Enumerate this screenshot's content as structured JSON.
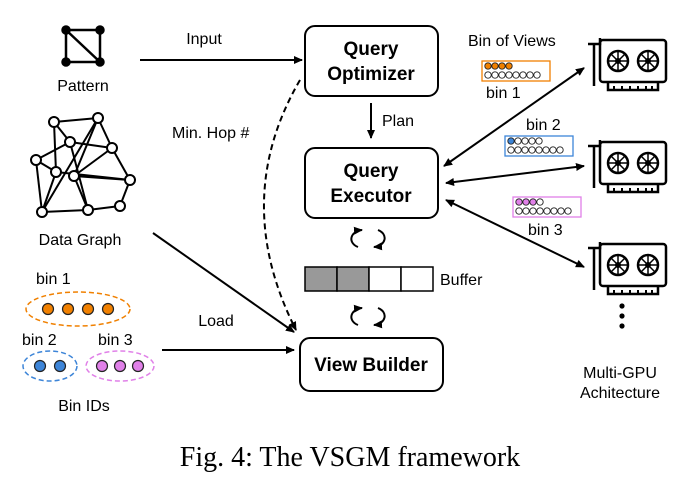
{
  "labels": {
    "pattern": "Pattern",
    "data_graph": "Data Graph",
    "bin_ids": "Bin IDs",
    "bin1": "bin 1",
    "bin2": "bin 2",
    "bin3": "bin 3",
    "input": "Input",
    "load": "Load",
    "min_hop": "Min. Hop #",
    "plan": "Plan",
    "buffer": "Buffer",
    "bin_of_views": "Bin of Views",
    "right_bin1": "bin 1",
    "right_bin2": "bin 2",
    "right_bin3": "bin 3",
    "multi_gpu_line1": "Multi-GPU",
    "multi_gpu_line2": "Achitecture"
  },
  "boxes": {
    "query_optimizer": [
      "Query",
      "Optimizer"
    ],
    "query_executor": [
      "Query",
      "Executor"
    ],
    "view_builder": "View Builder"
  },
  "caption": "Fig. 4: The VSGM framework",
  "colors": {
    "bin1": "#f08000",
    "bin2": "#3d85d8",
    "bin3": "#e080e8",
    "buffer_filled": "#999999"
  },
  "icons": {
    "gpu": "gpu-card-icon",
    "pattern": "pattern-graph-icon",
    "data_graph": "data-graph-icon",
    "cycle": "cycle-arrows-icon"
  }
}
